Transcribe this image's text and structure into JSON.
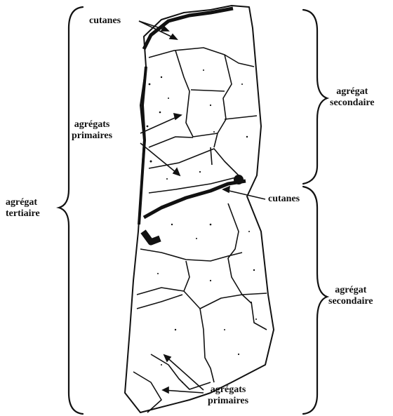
{
  "labels": {
    "cutanes_top": "cutanes",
    "cutanes_mid": "cutanes",
    "agregats_primaires_top": [
      "agrégats",
      "primaires"
    ],
    "agregats_primaires_bottom": [
      "agrégats",
      "primaires"
    ],
    "agregat_secondaire_top": [
      "agrégat",
      "secondaire"
    ],
    "agregat_secondaire_bottom": [
      "agrégat",
      "secondaire"
    ],
    "agregat_tertiaire": [
      "agrégat",
      "tertiaire"
    ]
  },
  "colors": {
    "ink": "#111111",
    "paper": "#ffffff"
  }
}
